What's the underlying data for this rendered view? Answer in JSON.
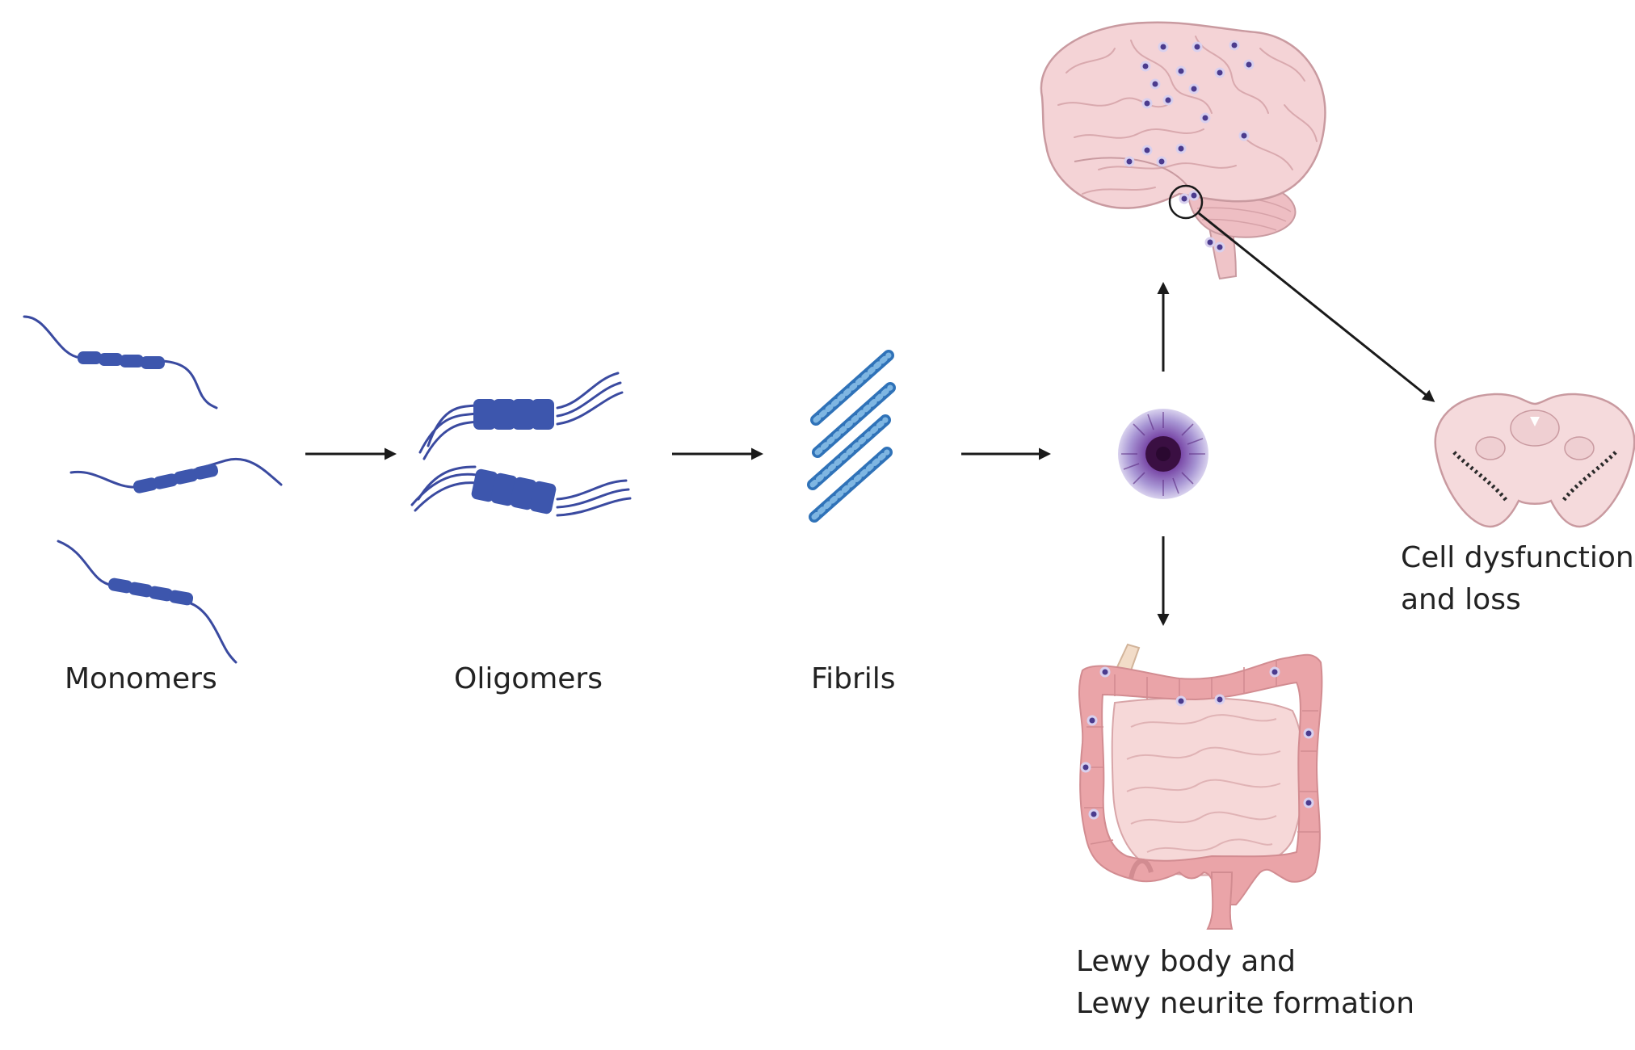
{
  "labels": {
    "monomers": "Monomers",
    "oligomers": "Oligomers",
    "fibrils": "Fibrils",
    "cell_line1": "Cell dysfunction",
    "cell_line2": "and loss",
    "lewy_line1": "Lewy body and",
    "lewy_line2": "Lewy neurite formation"
  },
  "colors": {
    "protein": "#3a4aa0",
    "protein_block": "#3d56ad",
    "fibril_a": "#2f72b8",
    "fibril_b": "#7fb6e2",
    "arrow": "#1a1a1a",
    "brain": "#f4d3d6",
    "brain_outline": "#c99aa0",
    "gut": "#eaa4a8",
    "gut_inner": "#f6d8d8",
    "lewy_outer": "#b7a8d8",
    "lewy_core": "#3a0f42",
    "dot": "#4b3b8e"
  },
  "icons": {
    "monomer": "monomer-chain-icon",
    "oligomer": "oligomer-icon",
    "fibril": "fibril-stack-icon",
    "lewy_body": "lewy-body-icon",
    "brain": "brain-icon",
    "gut": "intestine-icon",
    "brainstem": "brainstem-section-icon"
  }
}
